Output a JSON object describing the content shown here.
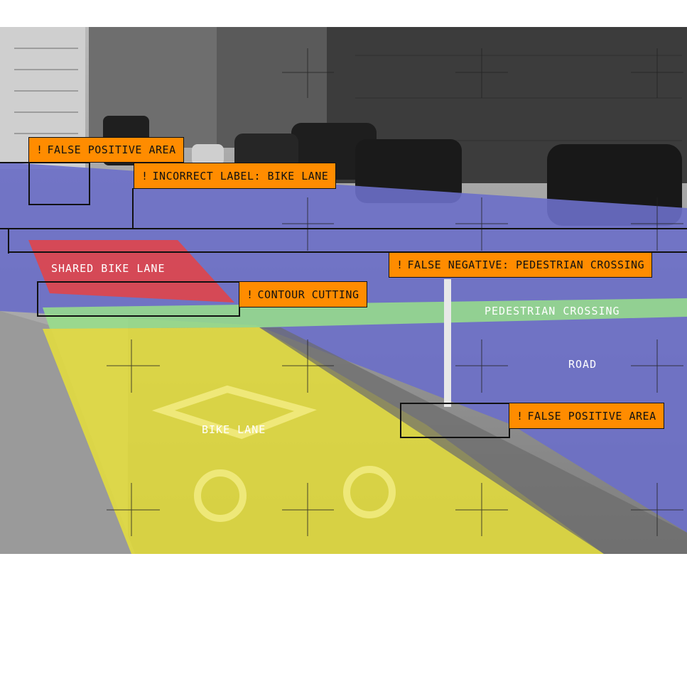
{
  "colors": {
    "road": "#6c6fc9",
    "bike_lane": "#e6df3a",
    "shared_bike_lane": "#e0454a",
    "pedestrian_crossing": "#98e08a",
    "callout": "#ff8c00"
  },
  "segments": {
    "shared_bike_lane": "SHARED BIKE LANE",
    "pedestrian_crossing": "PEDESTRIAN CROSSING",
    "road": "ROAD",
    "bike_lane": "BIKE LANE"
  },
  "callouts": {
    "false_positive_top": {
      "mark": "!",
      "text": "FALSE POSITIVE AREA"
    },
    "incorrect_label": {
      "mark": "!",
      "text": "INCORRECT LABEL: BIKE LANE"
    },
    "false_negative": {
      "mark": "!",
      "text": "FALSE NEGATIVE: PEDESTRIAN CROSSING"
    },
    "contour_cutting": {
      "mark": "!",
      "text": "CONTOUR CUTTING"
    },
    "false_positive_bottom": {
      "mark": "!",
      "text": "FALSE POSITIVE AREA"
    }
  }
}
